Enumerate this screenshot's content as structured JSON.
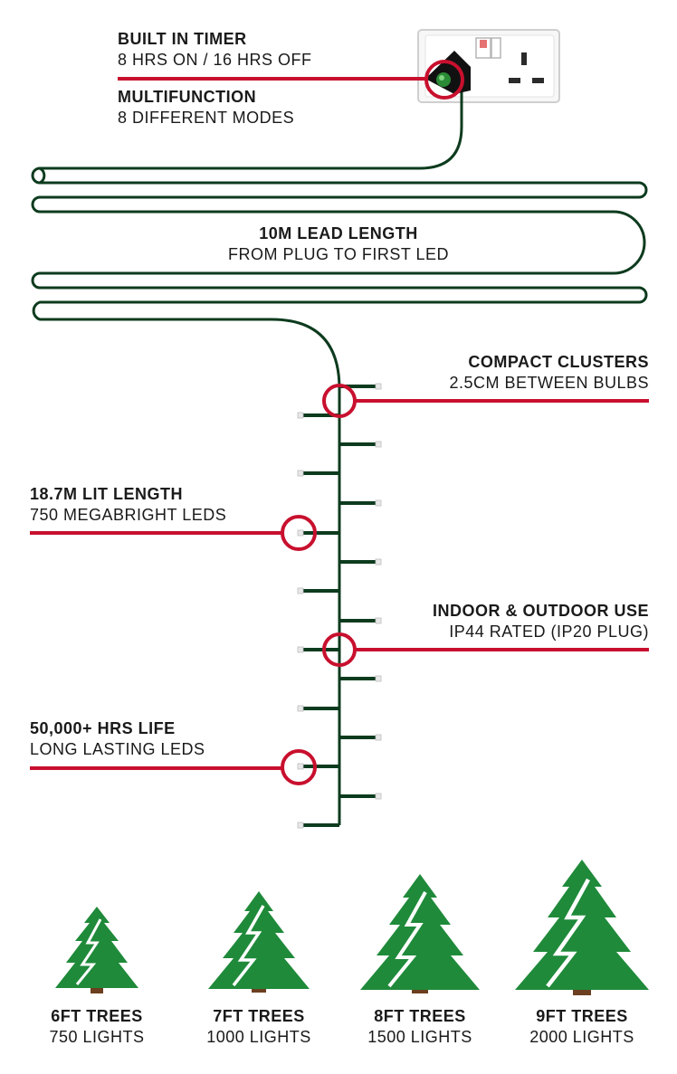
{
  "features": {
    "timer": {
      "title": "BUILT IN TIMER",
      "sub": "8 HRS ON / 16 HRS OFF"
    },
    "multifunction": {
      "title": "MULTIFUNCTION",
      "sub": "8 DIFFERENT MODES"
    },
    "lead": {
      "title": "10M LEAD LENGTH",
      "sub": "FROM PLUG TO FIRST LED"
    },
    "clusters": {
      "title": "COMPACT CLUSTERS",
      "sub": "2.5CM BETWEEN BULBS"
    },
    "lit_length": {
      "title": "18.7M LIT LENGTH",
      "sub": "750 MEGABRIGHT LEDS"
    },
    "indoor": {
      "title": "INDOOR & OUTDOOR USE",
      "sub": "IP44 RATED (IP20 PLUG)"
    },
    "life": {
      "title": "50,000+ HRS LIFE",
      "sub": "LONG LASTING LEDS"
    }
  },
  "trees": [
    {
      "size": "6FT TREES",
      "lights": "750 LIGHTS"
    },
    {
      "size": "7FT TREES",
      "lights": "1000 LIGHTS"
    },
    {
      "size": "8FT TREES",
      "lights": "1500 LIGHTS"
    },
    {
      "size": "9FT TREES",
      "lights": "2000 LIGHTS"
    }
  ],
  "colors": {
    "accent_red": "#c8102e",
    "cable_green": "#0d3b1e",
    "tree_green": "#1f8a3a",
    "trunk_brown": "#6b3f1f"
  },
  "icons": [
    "plug-socket-icon",
    "controller-icon",
    "tree-icon",
    "led-bulb-icon"
  ]
}
